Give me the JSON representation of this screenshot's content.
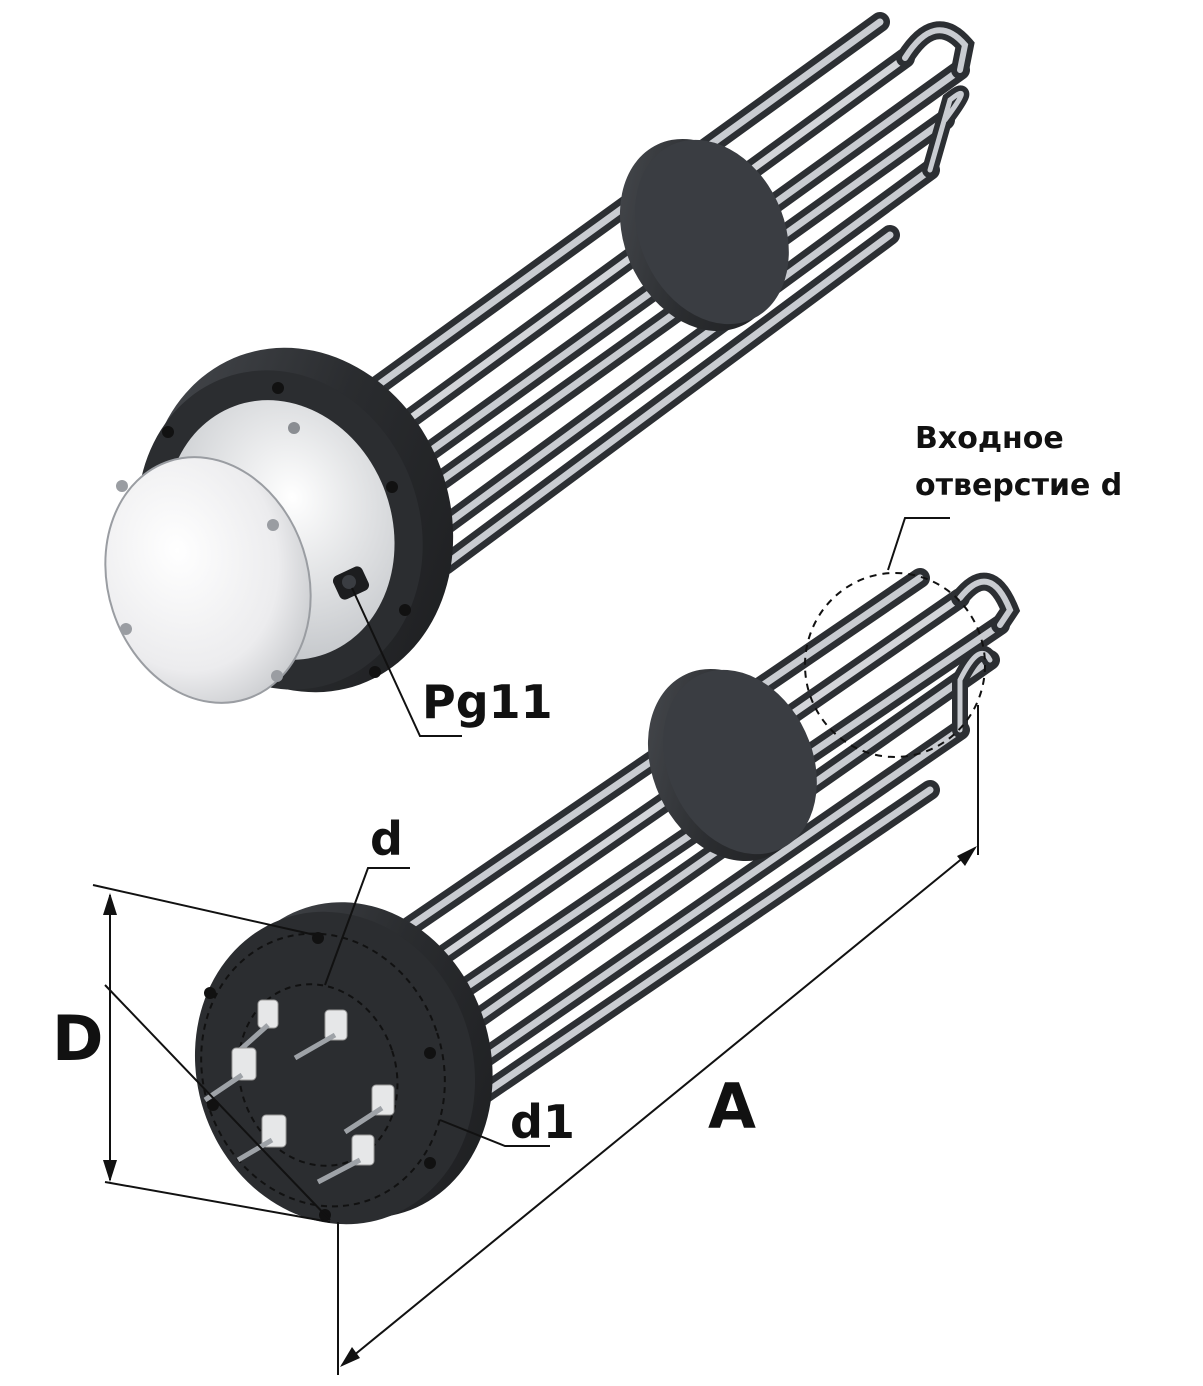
{
  "labels": {
    "inlet_line1": "Входное",
    "inlet_line2": "отверстие d",
    "pg11": "Pg11",
    "d_top": "d",
    "D": "D",
    "d1": "d1",
    "A": "A"
  },
  "colors": {
    "steel_dark": "#3a3d42",
    "steel_light": "#c9ccd1",
    "flange": "#2b2d30",
    "cover": "#f1f2f3",
    "line": "#111111"
  }
}
